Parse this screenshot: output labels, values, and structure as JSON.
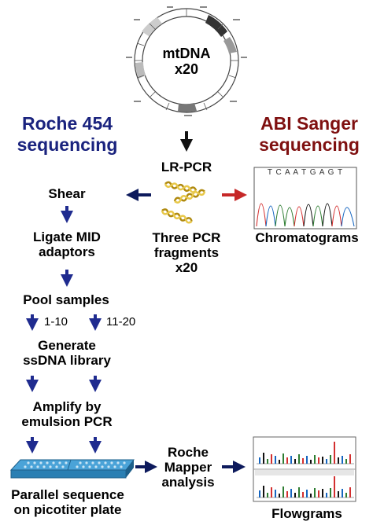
{
  "center": {
    "mtdna_line1": "mtDNA",
    "mtdna_line2": "x20",
    "lrpcr": "LR-PCR",
    "fragments_line1": "Three PCR",
    "fragments_line2": "fragments",
    "fragments_line3": "x20"
  },
  "roche": {
    "title_line1": "Roche 454",
    "title_line2": "sequencing",
    "title_color": "#1a237e",
    "steps": {
      "shear": "Shear",
      "ligate_line1": "Ligate MID",
      "ligate_line2": "adaptors",
      "pool": "Pool samples",
      "range_a": "1-10",
      "range_b": "11-20",
      "generate_line1": "Generate",
      "generate_line2": "ssDNA library",
      "amplify_line1": "Amplify by",
      "amplify_line2": "emulsion PCR",
      "parallel_line1": "Parallel sequence",
      "parallel_line2": "on picotiter plate"
    },
    "mapper_line1": "Roche",
    "mapper_line2": "Mapper",
    "mapper_line3": "analysis",
    "flowgrams": "Flowgrams"
  },
  "sanger": {
    "title_line1": "ABI Sanger",
    "title_line2": "sequencing",
    "title_color": "#7f1010",
    "chromatograms": "Chromatograms",
    "bases": "T C A A T G A G T"
  },
  "colors": {
    "arrow_blue": "#1f2b8f",
    "arrow_red": "#c62828",
    "arrow_black": "#111111"
  }
}
